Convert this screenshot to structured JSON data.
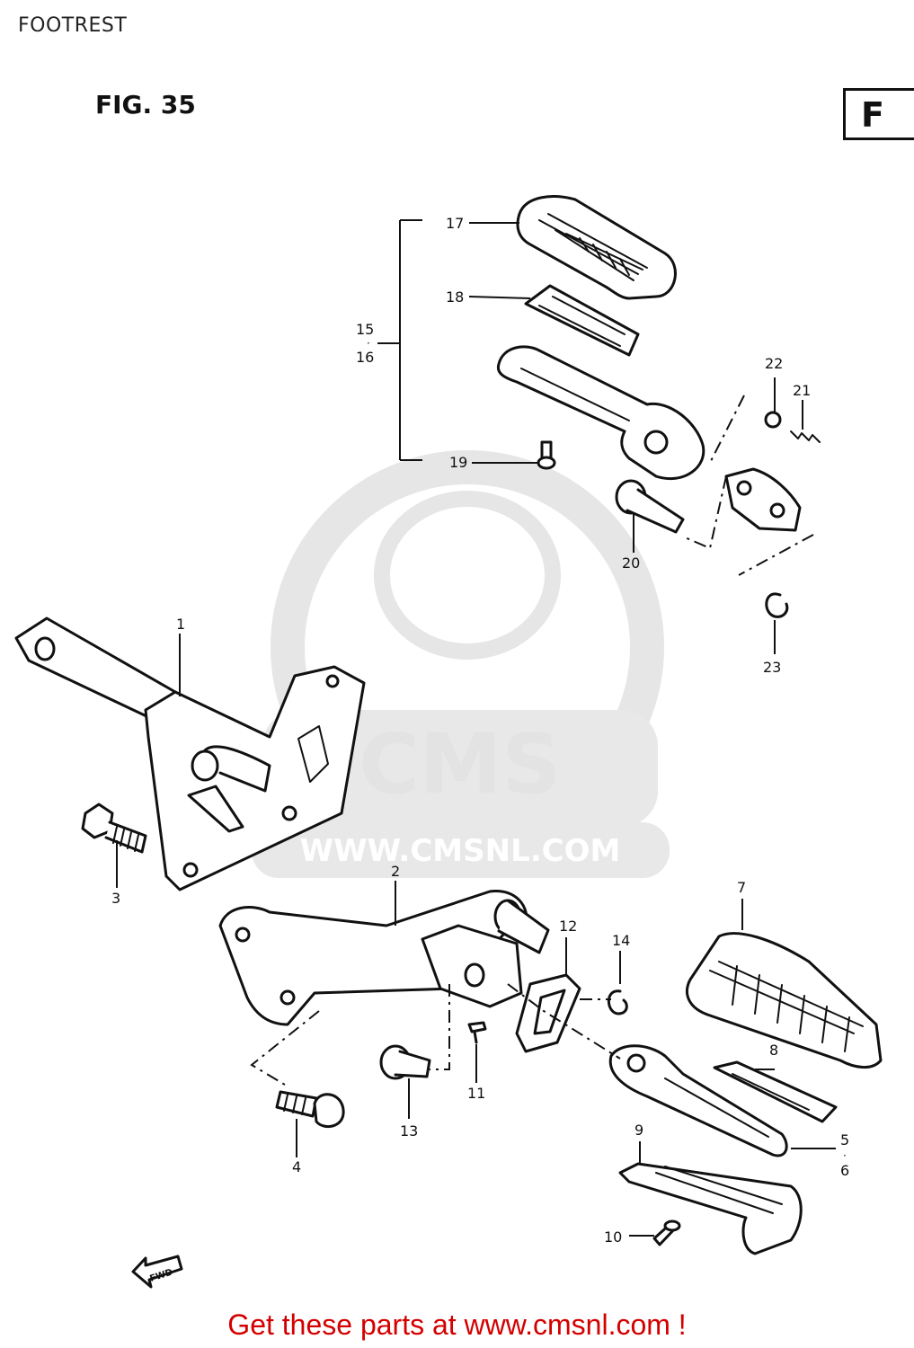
{
  "page": {
    "title": "FOOTREST",
    "figure_label": "FIG. 35",
    "section_letter": "F"
  },
  "watermark": {
    "brand": "CMS",
    "url": "WWW.CMSNL.COM"
  },
  "callouts": {
    "c1": "1",
    "c2": "2",
    "c3": "3",
    "c4": "4",
    "c5": "5",
    "c6": "6",
    "c7": "7",
    "c8": "8",
    "c9": "9",
    "c10": "10",
    "c11": "11",
    "c12": "12",
    "c13": "13",
    "c14": "14",
    "c15": "15",
    "c16": "16",
    "c17": "17",
    "c18": "18",
    "c19": "19",
    "c20": "20",
    "c21": "21",
    "c22": "22",
    "c23": "23"
  },
  "fwd_label": "FWD",
  "footer": "Get these parts at www.cmsnl.com !"
}
